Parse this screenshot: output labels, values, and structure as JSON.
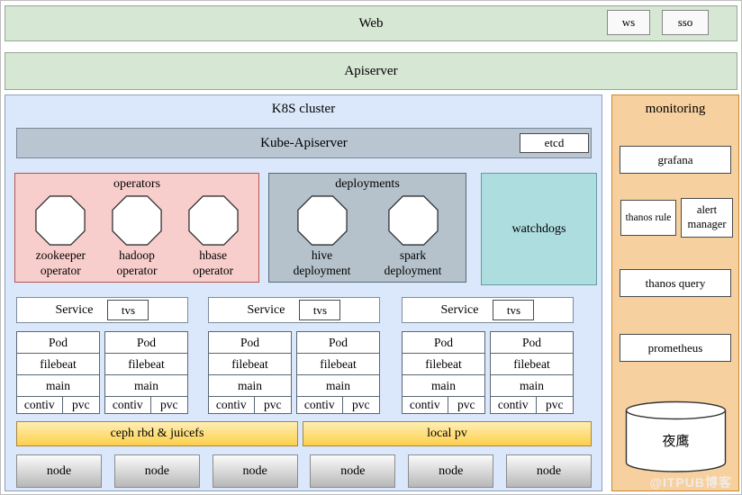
{
  "colors": {
    "green": "#d6e7d4",
    "blue": "#dbe8fb",
    "pink": "#f8cecc",
    "slate": "#b9c6d1",
    "teal": "#aedde0",
    "orange": "#f7d0a0",
    "yellow_top": "#ffeeb5",
    "yellow_bottom": "#fdd04b"
  },
  "web": {
    "label": "Web",
    "ws": "ws",
    "sso": "sso"
  },
  "apiserver": {
    "label": "Apiserver"
  },
  "k8s": {
    "title": "K8S cluster",
    "kube_apiserver": {
      "label": "Kube-Apiserver",
      "etcd": "etcd"
    },
    "operators": {
      "title": "operators",
      "items": [
        {
          "line1": "zookeeper",
          "line2": "operator"
        },
        {
          "line1": "hadoop",
          "line2": "operator"
        },
        {
          "line1": "hbase",
          "line2": "operator"
        }
      ]
    },
    "deployments": {
      "title": "deployments",
      "items": [
        {
          "line1": "hive",
          "line2": "deployment"
        },
        {
          "line1": "spark",
          "line2": "deployment"
        }
      ]
    },
    "watchdogs": {
      "label": "watchdogs"
    },
    "services": [
      {
        "label": "Service",
        "badge": "tvs"
      },
      {
        "label": "Service",
        "badge": "tvs"
      },
      {
        "label": "Service",
        "badge": "tvs"
      }
    ],
    "pods": [
      {
        "title": "Pod",
        "filebeat": "filebeat",
        "main": "main",
        "contiv": "contiv",
        "pvc": "pvc"
      },
      {
        "title": "Pod",
        "filebeat": "filebeat",
        "main": "main",
        "contiv": "contiv",
        "pvc": "pvc"
      },
      {
        "title": "Pod",
        "filebeat": "filebeat",
        "main": "main",
        "contiv": "contiv",
        "pvc": "pvc"
      },
      {
        "title": "Pod",
        "filebeat": "filebeat",
        "main": "main",
        "contiv": "contiv",
        "pvc": "pvc"
      },
      {
        "title": "Pod",
        "filebeat": "filebeat",
        "main": "main",
        "contiv": "contiv",
        "pvc": "pvc"
      },
      {
        "title": "Pod",
        "filebeat": "filebeat",
        "main": "main",
        "contiv": "contiv",
        "pvc": "pvc"
      }
    ],
    "storage": [
      {
        "label": "ceph rbd & juicefs"
      },
      {
        "label": "local pv"
      }
    ],
    "nodes": [
      "node",
      "node",
      "node",
      "node",
      "node",
      "node"
    ]
  },
  "monitoring": {
    "title": "monitoring",
    "grafana": "grafana",
    "thanos_rule": "thanos rule",
    "alert_manager": "alert manager",
    "thanos_query": "thanos query",
    "prometheus": "prometheus",
    "database": "夜鹰"
  },
  "watermark": "@ITPUB博客"
}
